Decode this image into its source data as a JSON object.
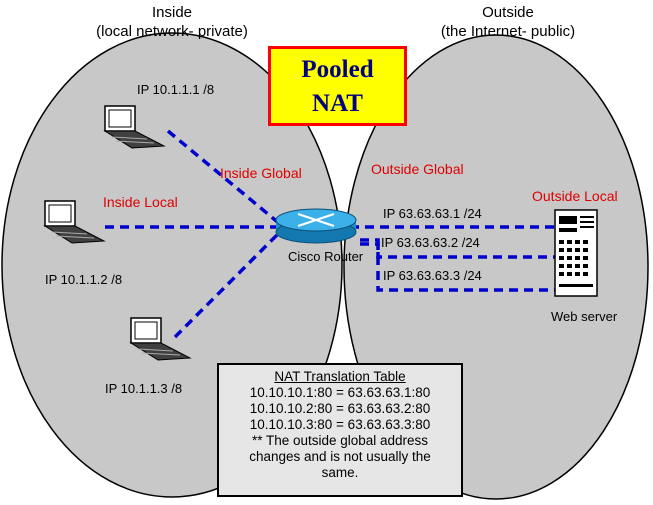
{
  "inside": {
    "title": "Inside",
    "subtitle": "(local network- private)"
  },
  "outside": {
    "title": "Outside",
    "subtitle": "(the Internet- public)"
  },
  "pooled_nat": {
    "line1": "Pooled",
    "line2": "NAT"
  },
  "hosts": [
    {
      "ip": "IP 10.1.1.1 /8"
    },
    {
      "ip": "IP 10.1.1.2 /8"
    },
    {
      "ip": "IP 10.1.1.3 /8"
    }
  ],
  "labels": {
    "inside_local": "Inside Local",
    "inside_global": "Inside Global",
    "outside_global": "Outside Global",
    "outside_local": "Outside Local"
  },
  "router": {
    "name": "Cisco Router"
  },
  "server": {
    "name": "Web server"
  },
  "public_ips": [
    "IP 63.63.63.1 /24",
    "IP 63.63.63.2 /24",
    "IP 63.63.63.3 /24"
  ],
  "nat_table": {
    "title": "NAT Translation Table",
    "rows": [
      "10.10.10.1:80 = 63.63.63.1:80",
      "10.10.10.2:80 = 63.63.63.2:80",
      "10.10.10.3:80 = 63.63.63.3:80"
    ],
    "note": [
      "** The outside global address",
      "changes and is not usually the",
      "same."
    ]
  },
  "colors": {
    "ellipse": "#c8c8c8",
    "link": "#0000cc",
    "red_label": "#e00000",
    "nat_box_bg": "#ffff00",
    "nat_box_border": "#ff0000",
    "nat_text": "#000080"
  }
}
